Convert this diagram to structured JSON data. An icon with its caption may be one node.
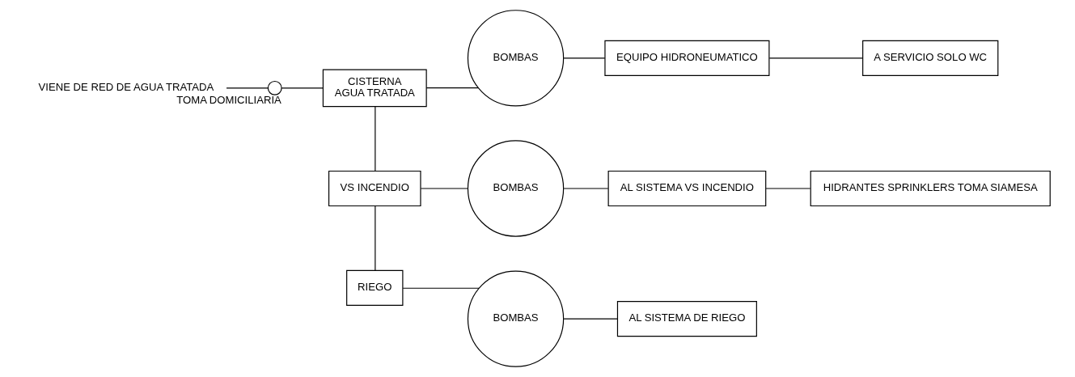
{
  "diagram": {
    "nodes": [
      {
        "text": [
          "VIENE DE RED DE AGUA TRATADA"
        ]
      },
      {
        "text": [],
        "shape": "circle",
        "beside": [
          "TOMA DOMICILIARIA"
        ]
      },
      {
        "text": [
          "CISTERNA",
          "AGUA TRATADA"
        ]
      },
      {
        "text": [
          "BOMBAS"
        ]
      },
      {
        "text": [
          "EQUIPO HIDRONEUMATICO"
        ]
      },
      {
        "text": [
          "A SERVICIO SOLO WC"
        ]
      },
      {
        "text": [
          "VS INCENDIO"
        ]
      },
      {
        "text": [
          "BOMBAS"
        ]
      },
      {
        "text": [
          "AL SISTEMA VS INCENDIO"
        ]
      },
      {
        "text": [
          "HIDRANTES SPRINKLERS TOMA SIAMESA"
        ]
      },
      {
        "text": [
          "RIEGO"
        ]
      },
      {
        "text": [
          "BOMBAS"
        ]
      },
      {
        "text": [
          "AL SISTEMA DE RIEGO"
        ]
      }
    ],
    "edges": [
      {
        "from": 0,
        "to": 1,
        "arrow": "none"
      },
      {
        "from": 1,
        "to": 2,
        "arrow": "none"
      },
      {
        "from": 2,
        "to": 3,
        "arrow": "none"
      },
      {
        "from": 3,
        "to": 4,
        "arrow": "none"
      },
      {
        "from": 4,
        "to": 5,
        "arrow": "none"
      },
      {
        "from": 2,
        "to": 6,
        "arrow": "none"
      },
      {
        "from": 6,
        "to": 7,
        "arrow": "none"
      },
      {
        "from": 7,
        "to": 8,
        "arrow": "none"
      },
      {
        "from": 8,
        "to": 9,
        "arrow": "none"
      },
      {
        "from": 6,
        "to": 10,
        "arrow": "none"
      },
      {
        "from": 10,
        "to": 11,
        "arrow": "none"
      },
      {
        "from": 11,
        "to": 12,
        "arrow": "none"
      }
    ]
  }
}
